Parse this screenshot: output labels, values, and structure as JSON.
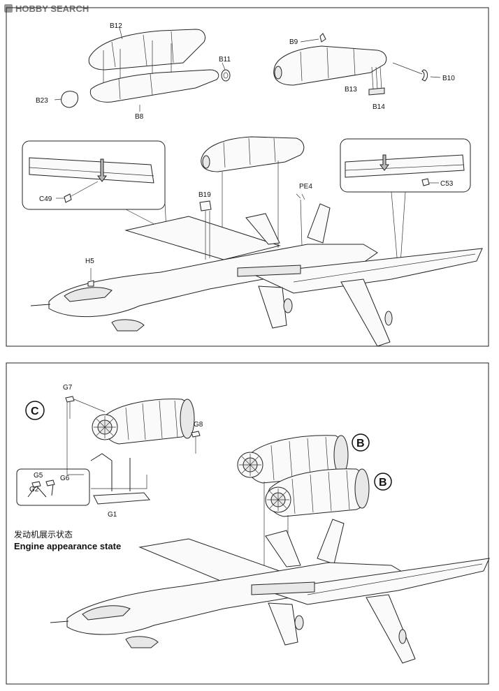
{
  "watermark": "HOBBY SEARCH",
  "top_panel": {
    "labels": {
      "b12": "B12",
      "b11": "B11",
      "b23": "B23",
      "b8": "B8",
      "b9": "B9",
      "b10": "B10",
      "b13": "B13",
      "b14": "B14",
      "c49": "C49",
      "c53": "C53",
      "b19": "B19",
      "pe4": "PE4",
      "h5": "H5"
    }
  },
  "bottom_panel": {
    "labels": {
      "g7": "G7",
      "g8": "G8",
      "g5": "G5",
      "g6": "G6",
      "g2": "G2",
      "g1": "G1"
    },
    "step_c": "C",
    "step_b1": "B",
    "step_b2": "B",
    "caption_cn": "发动机展示状态",
    "caption_en": "Engine appearance state"
  }
}
